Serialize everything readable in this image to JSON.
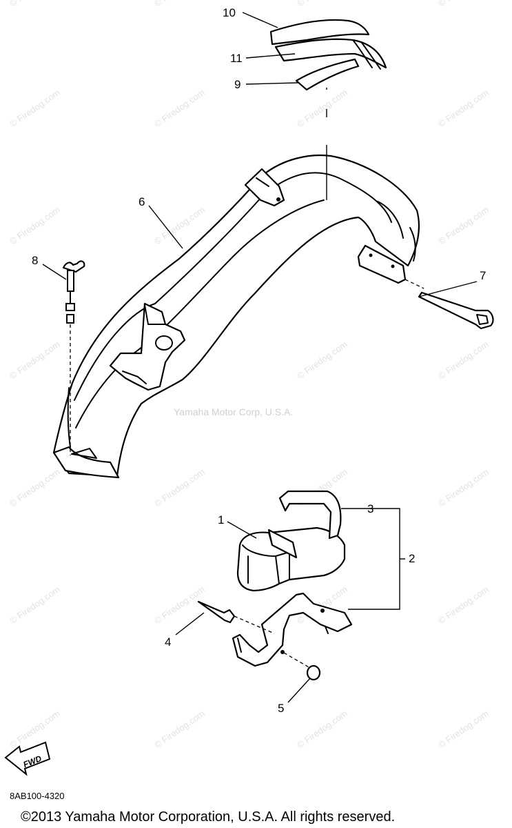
{
  "callouts": {
    "c1": "1",
    "c2": "2",
    "c3": "3",
    "c4": "4",
    "c5": "5",
    "c6": "6",
    "c7": "7",
    "c8": "8",
    "c9": "9",
    "c10": "10",
    "c11": "11"
  },
  "watermark": "© Firedog.com",
  "credit": "Yamaha Motor Corp, U.S.A.",
  "diagram_code": "8AB100-4320",
  "fwd_label": "FWD",
  "copyright": "©2013 Yamaha Motor Corporation, U.S.A. All rights reserved."
}
